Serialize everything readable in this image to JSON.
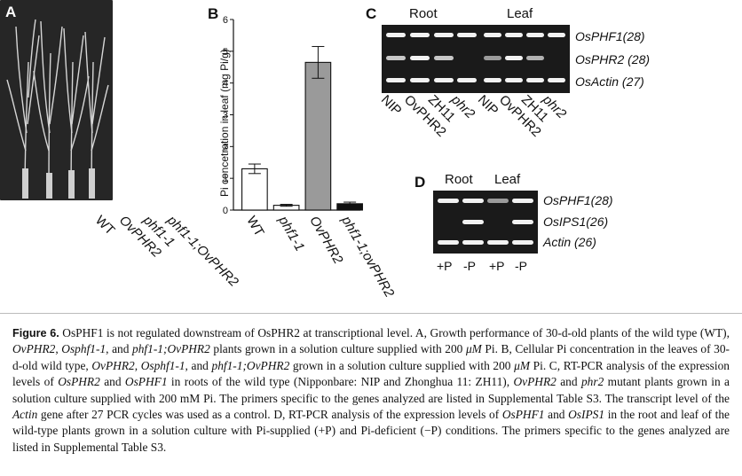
{
  "panels": {
    "a": {
      "letter": "A",
      "labels": [
        "WT",
        "OvPHR2",
        "phf1-1",
        "phf1-1;OvPHR2"
      ]
    },
    "b": {
      "letter": "B"
    },
    "c": {
      "letter": "C",
      "headers": [
        "Root",
        "Leaf"
      ],
      "genes": [
        "OsPHF1(28)",
        "OsPHR2 (28)",
        "OsActin (27)"
      ],
      "lanes": [
        "NIP",
        "OvPHR2",
        "ZH11",
        "phr2",
        "NIP",
        "OvPHR2",
        "ZH11",
        "phr2"
      ]
    },
    "d": {
      "letter": "D",
      "headers": [
        "Root",
        "Leaf"
      ],
      "genes": [
        "OsPHF1(28)",
        "OsIPS1(26)",
        "Actin (26)"
      ],
      "lanes": [
        "+P",
        "-P",
        "+P",
        "-P"
      ]
    }
  },
  "chart_data": {
    "type": "bar",
    "ylabel": "Pi concetration in leaf (mg Pi/g)",
    "ylim": [
      0,
      6
    ],
    "yticks": [
      "0",
      "1",
      "2",
      "3",
      "4",
      "5",
      "6"
    ],
    "categories": [
      "WT",
      "phf1-1",
      "OvPHR2",
      "phf1-1;ovPHR2"
    ],
    "values": [
      1.3,
      0.15,
      4.65,
      0.2
    ],
    "errors": [
      0.15,
      0.03,
      0.5,
      0.05
    ],
    "colors": [
      "#ffffff",
      "#ffffff",
      "#9a9a9a",
      "#111111"
    ]
  },
  "caption": {
    "figure_label": "Figure 6.",
    "segments": [
      {
        "t": "OsPHF1 is not regulated downstream of OsPHR2 at transcriptional level. A, Growth performance of 30-d-old plants of the wild type (WT), ",
        "i": false
      },
      {
        "t": "OvPHR2",
        "i": true
      },
      {
        "t": ", ",
        "i": false
      },
      {
        "t": "Osphf1-1",
        "i": true
      },
      {
        "t": ", and ",
        "i": false
      },
      {
        "t": "phf1-1;OvPHR2",
        "i": true
      },
      {
        "t": " plants grown in a solution culture supplied with 200 ",
        "i": false
      },
      {
        "t": "μM",
        "i": true
      },
      {
        "t": " Pi. B, Cellular Pi concentration in the leaves of 30-d-old wild type, ",
        "i": false
      },
      {
        "t": "OvPHR2",
        "i": true
      },
      {
        "t": ", ",
        "i": false
      },
      {
        "t": "Osphf1-1",
        "i": true
      },
      {
        "t": ", and ",
        "i": false
      },
      {
        "t": "phf1-1;OvPHR2",
        "i": true
      },
      {
        "t": " grown in a solution culture supplied with 200 ",
        "i": false
      },
      {
        "t": "μM",
        "i": true
      },
      {
        "t": " Pi. C, RT-PCR analysis of the expression levels of ",
        "i": false
      },
      {
        "t": "OsPHR2",
        "i": true
      },
      {
        "t": " and ",
        "i": false
      },
      {
        "t": "OsPHF1",
        "i": true
      },
      {
        "t": " in roots of the wild type (Nipponbare: NIP and Zhonghua 11: ZH11), ",
        "i": false
      },
      {
        "t": "OvPHR2",
        "i": true
      },
      {
        "t": " and ",
        "i": false
      },
      {
        "t": "phr2",
        "i": true
      },
      {
        "t": " mutant plants grown in a solution culture supplied with 200 mM Pi. The primers specific to the genes analyzed are listed in Supplemental Table S3. The transcript level of the ",
        "i": false
      },
      {
        "t": "Actin",
        "i": true
      },
      {
        "t": " gene after 27 PCR cycles was used as a control. D, RT-PCR analysis of the expression levels of ",
        "i": false
      },
      {
        "t": "OsPHF1",
        "i": true
      },
      {
        "t": " and ",
        "i": false
      },
      {
        "t": "OsIPS1",
        "i": true
      },
      {
        "t": " in the root and leaf of the wild-type plants grown in a solution culture with Pi-supplied (+P) and Pi-deficient (−P) conditions. The primers specific to the genes analyzed are listed in Supplemental Table S3.",
        "i": false
      }
    ]
  }
}
